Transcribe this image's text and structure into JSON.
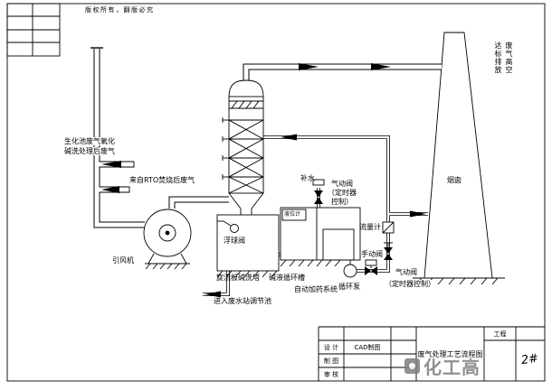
{
  "sheet": {
    "copyright": "版权所有，翻版必究"
  },
  "labels": {
    "inlet1_line1": "生化池废气氧化",
    "inlet1_line2": "碱洗处理后废气",
    "inlet2": "来自RTO焚烧后废气",
    "fan": "引风机",
    "tower": "旋流板碱洗塔",
    "float_valve": "浮球阀",
    "level_gauge": "液位计",
    "tank": "碱液循环槽",
    "dosing": "自动加药系统",
    "pump": "循环泵",
    "makeup_water": "补水",
    "pneumatic_valve_top_l1": "气动阀",
    "pneumatic_valve_top_l2": "（定时器",
    "pneumatic_valve_top_l3": "控制）",
    "flow_meter": "流量计",
    "manual_valve": "手动阀",
    "pneumatic_valve_bottom_l1": "气动阀",
    "pneumatic_valve_bottom_l2": "（定时器控制）",
    "drain": "进入废水站调节池",
    "stack": "烟囱",
    "stack_outlet_line1": "废气高空",
    "stack_outlet_line2": "达标排放"
  },
  "titleblock": {
    "project_label": "工程",
    "design_label": "设 计",
    "draft_label": "制 图",
    "review_label": "审 核",
    "cad_label": "CAD制图",
    "drawing_title": "废气处理工艺流程图",
    "sheet_no": "2#"
  },
  "watermark": {
    "text": "化工高"
  }
}
